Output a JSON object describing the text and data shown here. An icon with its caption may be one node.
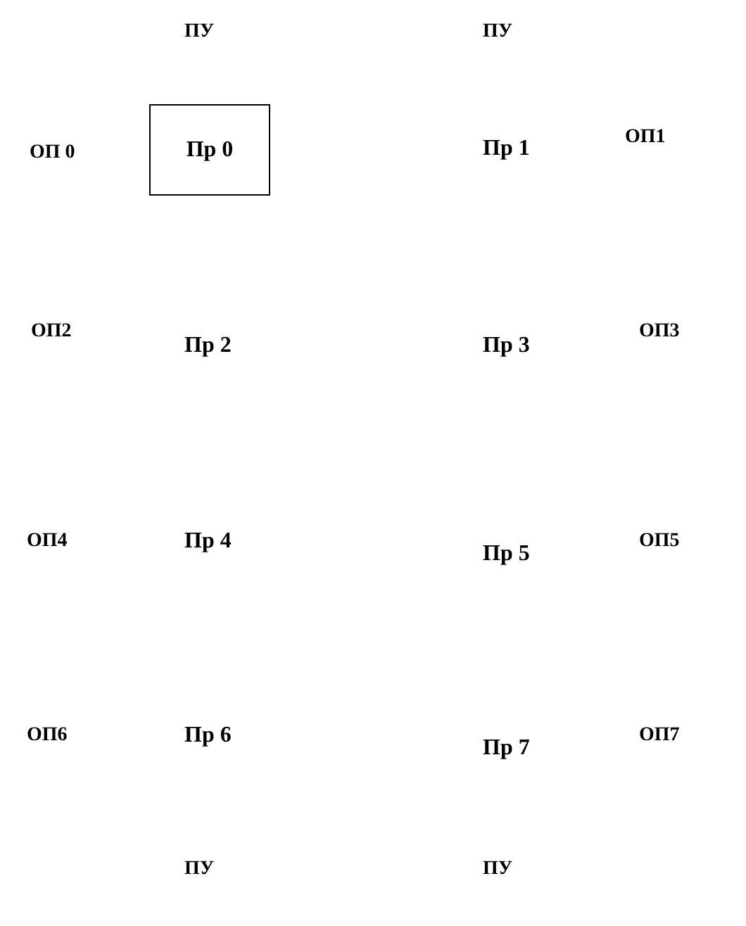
{
  "diagram": {
    "nodes": [
      {
        "text": [
          "Пр 0"
        ]
      }
    ],
    "labels": [
      "ПУ",
      "ПУ",
      "ОП 0",
      "Пр 1",
      "ОП1",
      "ОП2",
      "Пр 2",
      "Пр 3",
      "ОП3",
      "ОП4",
      "Пр 4",
      "Пр 5",
      "ОП5",
      "ОП6",
      "Пр 6",
      "Пр 7",
      "ОП7",
      "ПУ",
      "ПУ"
    ]
  }
}
